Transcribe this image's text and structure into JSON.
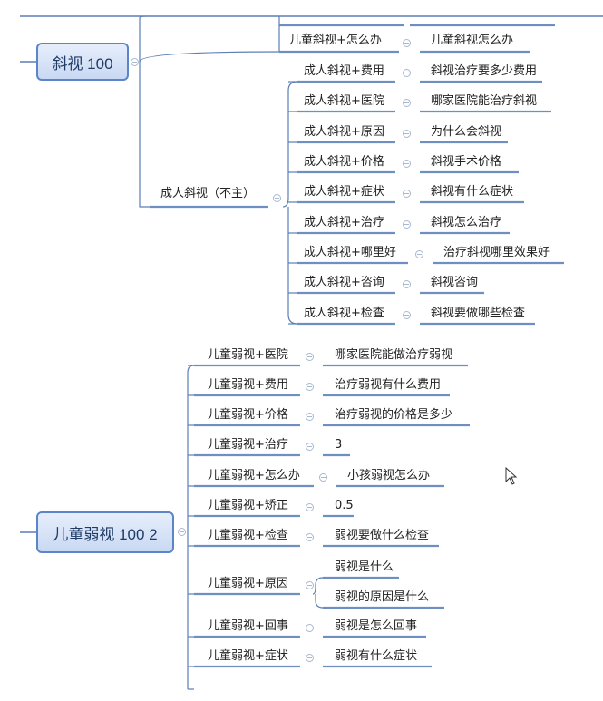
{
  "topics": {
    "strabismus": "斜视 100",
    "amblyopia": "儿童弱视 100 2"
  },
  "strabismus_branches": {
    "kids_how": "儿童斜视+怎么办",
    "kids_how_leaf": "儿童斜视怎么办",
    "adult_group": "成人斜视（不主）"
  },
  "adult_items": [
    {
      "key": "成人斜视+费用",
      "leaf": "斜视治疗要多少费用"
    },
    {
      "key": "成人斜视+医院",
      "leaf": "哪家医院能治疗斜视"
    },
    {
      "key": "成人斜视+原因",
      "leaf": "为什么会斜视"
    },
    {
      "key": "成人斜视+价格",
      "leaf": "斜视手术价格"
    },
    {
      "key": "成人斜视+症状",
      "leaf": "斜视有什么症状"
    },
    {
      "key": "成人斜视+治疗",
      "leaf": "斜视怎么治疗"
    },
    {
      "key": "成人斜视+哪里好",
      "leaf": "治疗斜视哪里效果好"
    },
    {
      "key": "成人斜视+咨询",
      "leaf": "斜视咨询"
    },
    {
      "key": "成人斜视+检查",
      "leaf": "斜视要做哪些检查"
    }
  ],
  "amblyopia_items": [
    {
      "key": "儿童弱视+医院",
      "leaves": [
        "哪家医院能做治疗弱视"
      ]
    },
    {
      "key": "儿童弱视+费用",
      "leaves": [
        "治疗弱视有什么费用"
      ]
    },
    {
      "key": "儿童弱视+价格",
      "leaves": [
        "治疗弱视的价格是多少"
      ]
    },
    {
      "key": "儿童弱视+治疗",
      "leaves": [
        "3"
      ]
    },
    {
      "key": "儿童弱视+怎么办",
      "leaves": [
        "小孩弱视怎么办"
      ]
    },
    {
      "key": "儿童弱视+矫正",
      "leaves": [
        "0.5"
      ]
    },
    {
      "key": "儿童弱视+检查",
      "leaves": [
        "弱视要做什么检查"
      ]
    },
    {
      "key": "儿童弱视+原因",
      "leaves": [
        "弱视是什么",
        "弱视的原因是什么"
      ]
    },
    {
      "key": "儿童弱视+回事",
      "leaves": [
        "弱视是怎么回事"
      ]
    },
    {
      "key": "儿童弱视+症状",
      "leaves": [
        "弱视有什么症状"
      ]
    }
  ],
  "colors": {
    "line": "#5b7fb5",
    "underline": "#6f8fc2",
    "topic_border": "#5b85c8"
  }
}
